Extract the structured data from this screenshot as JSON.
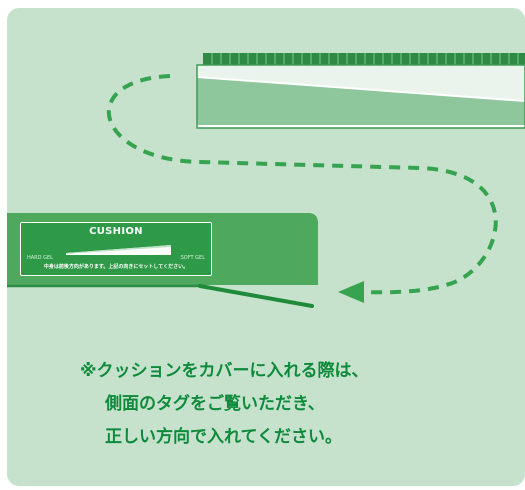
{
  "colors": {
    "panel": "#c6e2cd",
    "cushion_green": "#4ea85e",
    "tag_green": "#2e9a48",
    "dash_green": "#35a34f",
    "text_green": "#0e8a3a"
  },
  "tag": {
    "title": "CUSHION",
    "hard_label": "HARD GEL",
    "soft_label": "SOFT GEL",
    "note": "中身は前後方向があります。上記の向きにセットしてください。"
  },
  "caption": {
    "line1": "※クッションをカバーに入れる際は、",
    "line2": "側面のタグをご覧いただき、",
    "line3": "正しい方向で入れてください。"
  },
  "icons": {
    "dashed_path": "dashed-curved-arrow-icon",
    "arrow_head": "arrow-left-icon",
    "gel": "gel-mesh-icon"
  }
}
